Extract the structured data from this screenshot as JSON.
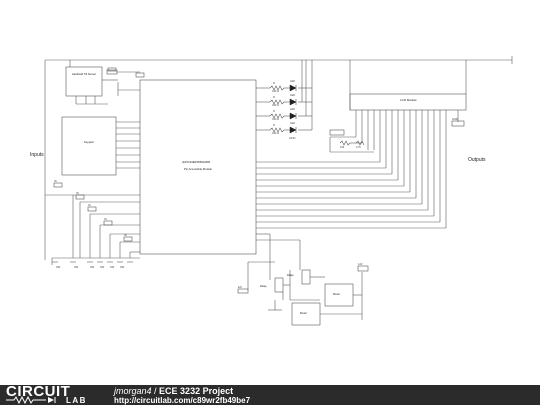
{
  "diagram": {
    "labels": {
      "inputs": "Inputs",
      "outputs": "Outputs",
      "lcd": "LCD Module",
      "tilt_sensor": "Handheld Tilt Sensor",
      "keypad": "Keypad",
      "mcu_line1": "dsPIC33EP256MC806",
      "mcu_line2": "Pin Accessible Module",
      "motor": "Motor",
      "relay": "Relay"
    },
    "colors": {
      "wire": "#5a5a5a",
      "component": "#555555",
      "text": "#222222",
      "accent": "#000000"
    }
  },
  "footer": {
    "brand_top": "CIRCUIT",
    "brand_bottom": "LAB",
    "user": "jmorgan4",
    "separator": " / ",
    "project": "ECE 3232 Project",
    "url": "http://circuitlab.com/c89wr2fb49be7"
  }
}
